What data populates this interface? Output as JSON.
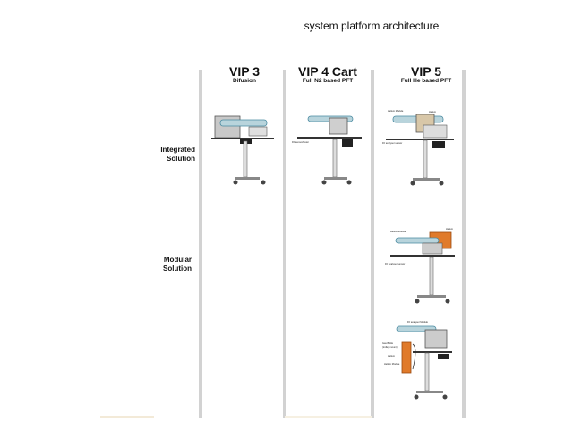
{
  "title": "system platform architecture",
  "columns": [
    {
      "name": "VIP 3",
      "subtitle": "Difusion"
    },
    {
      "name": "VIP 4 Cart",
      "subtitle": "Full N2 based PFT"
    },
    {
      "name": "VIP 5",
      "subtitle": "Full He based PFT"
    }
  ],
  "rows": [
    {
      "label_line1": "Integrated",
      "label_line2": "Solution"
    },
    {
      "label_line1": "Modular",
      "label_line2": "Solution"
    }
  ],
  "colors": {
    "divider": "#d2d2d2",
    "cart_frame": "#555555",
    "panel": "#b8d4dc",
    "orange_module": "#e07a2a"
  }
}
